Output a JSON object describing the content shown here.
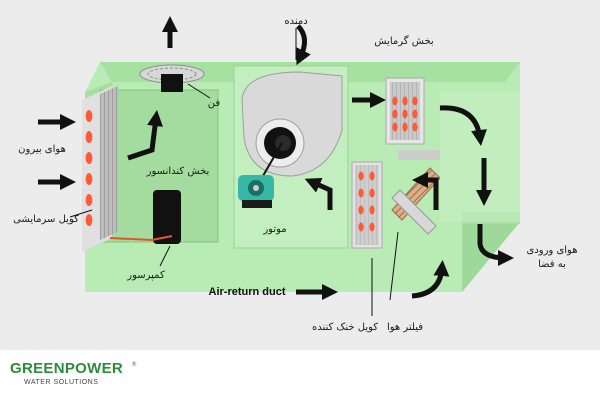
{
  "labels": {
    "fan": "فن",
    "blower": "دمنده",
    "heating": "بخش گرمایش",
    "outside_air": "هوای بیرون",
    "condenser": "بخش کندانسور",
    "motor": "موتور",
    "cooling_coil_left": "کویل سرمایشی",
    "compressor": "کمپرسور",
    "supply_air_line1": "هوای ورودی",
    "supply_air_line2": "به فضا",
    "return_duct": "Air-return duct",
    "cooling_coil": "کویل خنک کننده",
    "air_filter": "فیلتر هوا"
  },
  "logo": {
    "word_green": "GREEN",
    "word_power": "POWER",
    "tagline": "WATER SOLUTIONS",
    "reg": "®"
  },
  "colors": {
    "unit_body": "#b9ebb4",
    "unit_dark": "#9ed89a",
    "coil_dot": "#ff5a36",
    "arrow": "#111111",
    "motor": "#35b8a6",
    "background": "#ececec",
    "brand": "#2d8c3a"
  }
}
